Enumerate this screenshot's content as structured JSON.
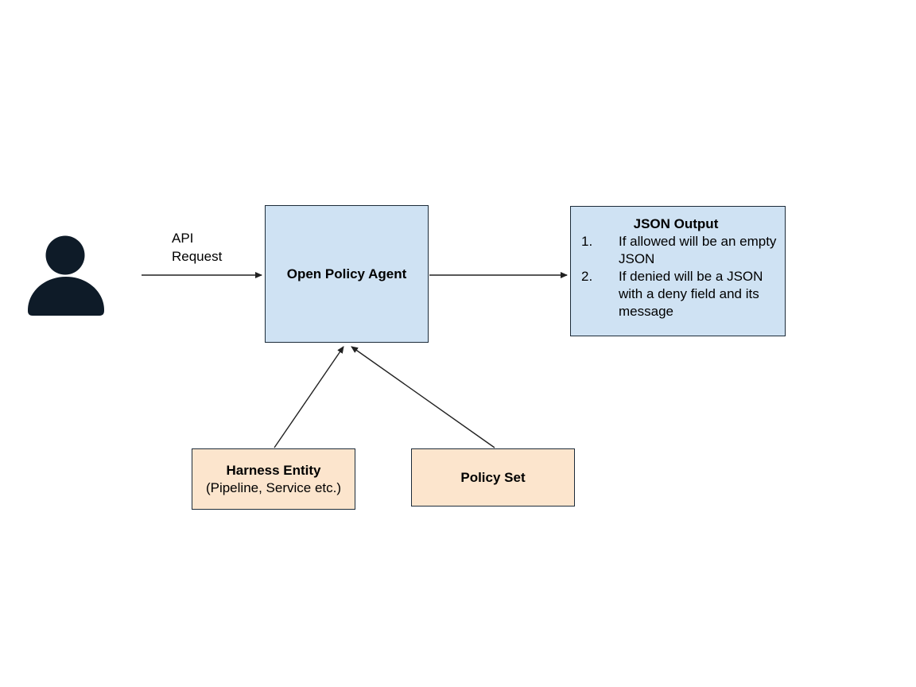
{
  "colors": {
    "blue_fill": "#cfe2f3",
    "orange_fill": "#fce5cd",
    "box_border": "#1c2b39",
    "icon_color": "#0e1b28",
    "arrow_color": "#212121",
    "text_color": "#000000",
    "background": "#ffffff"
  },
  "diagram": {
    "user": {
      "icon": "person-icon"
    },
    "api_request": {
      "label": "API Request"
    },
    "opa": {
      "label": "Open Policy Agent"
    },
    "json_output": {
      "title": "JSON Output",
      "items": [
        {
          "num": "1.",
          "text": "If allowed will be an empty JSON"
        },
        {
          "num": "2.",
          "text": "If denied will be a JSON with a deny field and its message"
        }
      ]
    },
    "harness_entity": {
      "title": "Harness Entity",
      "subtitle": "(Pipeline, Service etc.)"
    },
    "policy_set": {
      "label": "Policy Set"
    }
  }
}
